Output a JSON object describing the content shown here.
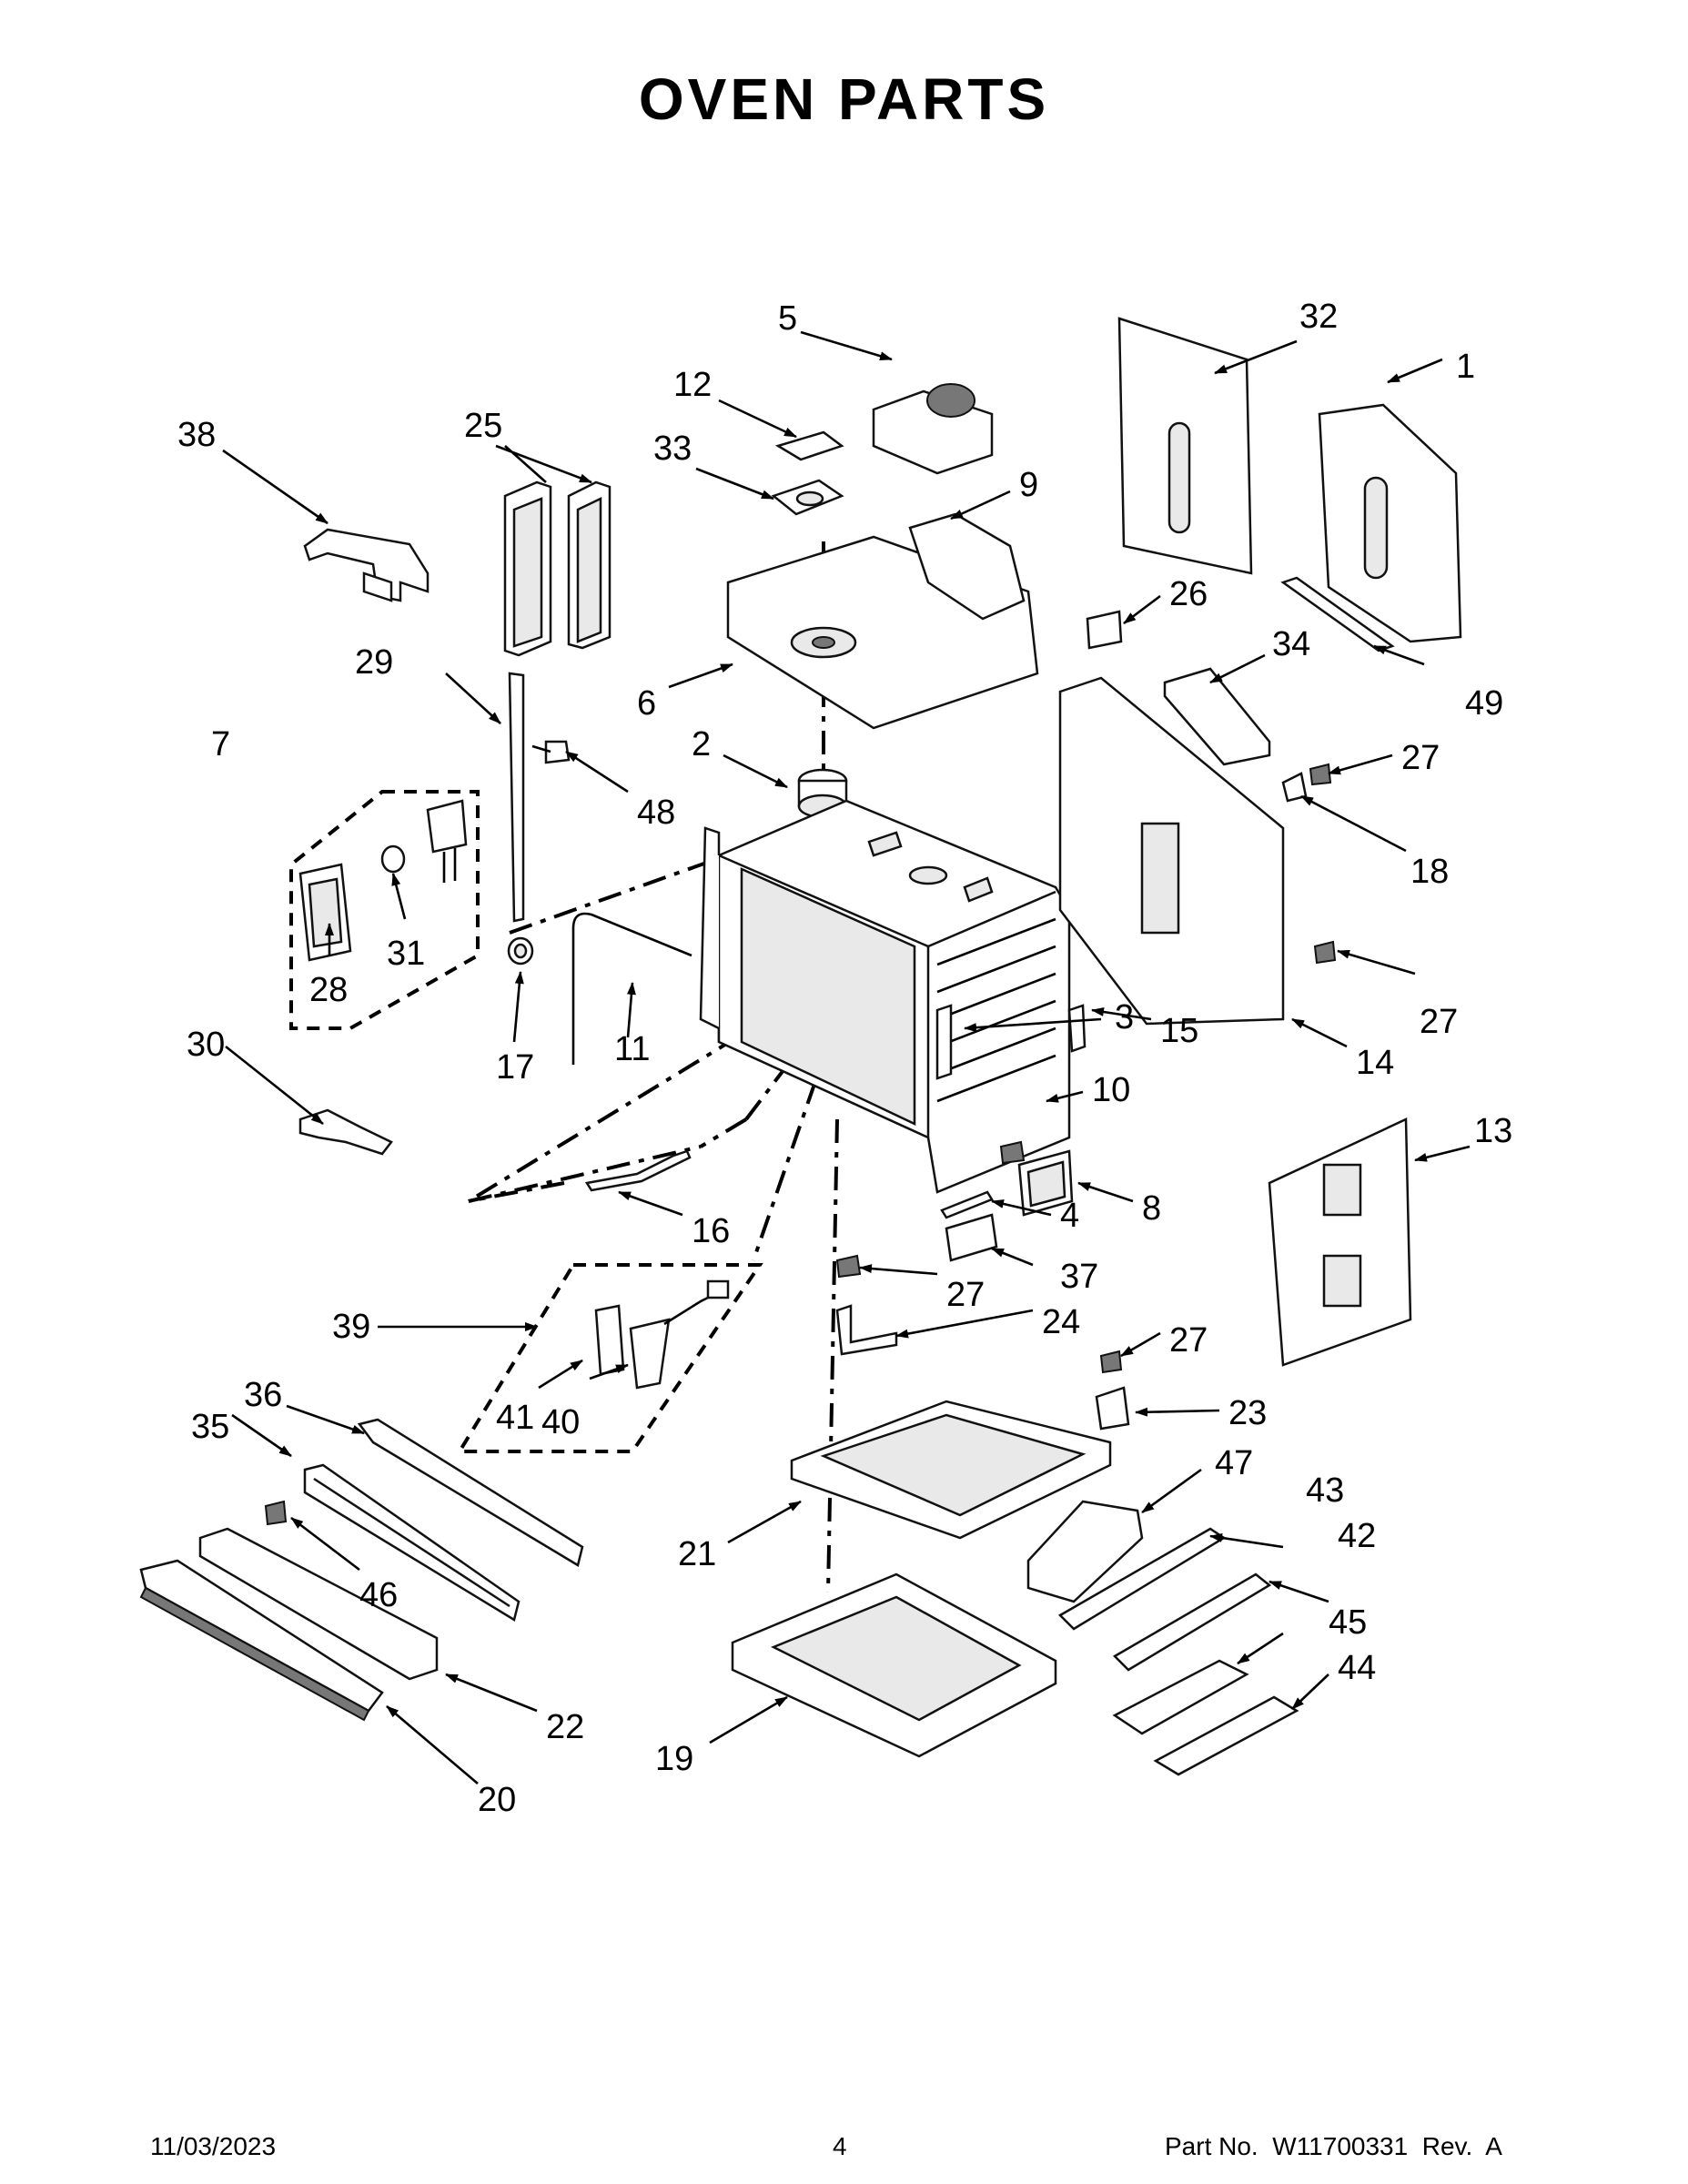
{
  "title": "OVEN PARTS",
  "footer": {
    "date": "11/03/2023",
    "page": "4",
    "part_no": "Part No.  W11700331  Rev.  A"
  },
  "labels": {
    "l1": "1",
    "l2": "2",
    "l3": "3",
    "l4": "4",
    "l5": "5",
    "l6": "6",
    "l7": "7",
    "l8": "8",
    "l9": "9",
    "l10": "10",
    "l11": "11",
    "l12": "12",
    "l13": "13",
    "l14": "14",
    "l15": "15",
    "l16": "16",
    "l17": "17",
    "l18": "18",
    "l19": "19",
    "l20": "20",
    "l21": "21",
    "l22": "22",
    "l23": "23",
    "l24": "24",
    "l25": "25",
    "l26": "26",
    "l27a": "27",
    "l27b": "27",
    "l27c": "27",
    "l27d": "27",
    "l28": "28",
    "l29": "29",
    "l30": "30",
    "l31": "31",
    "l32": "32",
    "l33": "33",
    "l34": "34",
    "l35": "35",
    "l36": "36",
    "l37": "37",
    "l38": "38",
    "l39": "39",
    "l40": "40",
    "l41": "41",
    "l42": "42",
    "l43": "43",
    "l44": "44",
    "l45": "45",
    "l46": "46",
    "l47": "47",
    "l48": "48",
    "l49": "49"
  }
}
